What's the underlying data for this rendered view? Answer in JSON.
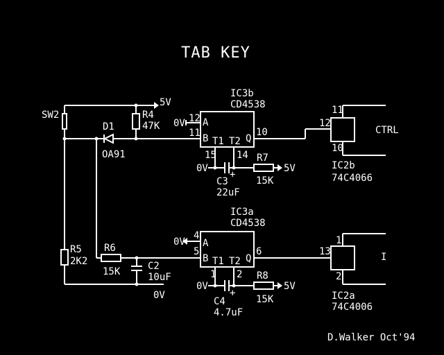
{
  "title": "TAB KEY",
  "author": "D.Walker Oct'94",
  "supply": {
    "v5": "5V",
    "gnd": "0V"
  },
  "components": {
    "sw2": "SW2",
    "d1": {
      "ref": "D1",
      "value": "OA91"
    },
    "r4": {
      "ref": "R4",
      "value": "47K"
    },
    "r5": {
      "ref": "R5",
      "value": "2K2"
    },
    "r6": {
      "ref": "R6",
      "value": "15K"
    },
    "r7": {
      "ref": "R7",
      "value": "15K"
    },
    "r8": {
      "ref": "R8",
      "value": "15K"
    },
    "c2": {
      "ref": "C2",
      "value": "10uF"
    },
    "c3": {
      "ref": "C3",
      "value": "22uF"
    },
    "c4": {
      "ref": "C4",
      "value": "4.7uF"
    },
    "ic3b": {
      "ref": "IC3b",
      "part": "CD4538"
    },
    "ic3a": {
      "ref": "IC3a",
      "part": "CD4538"
    },
    "ic2b": {
      "ref": "IC2b",
      "part": "74C4066"
    },
    "ic2a": {
      "ref": "IC2a",
      "part": "74C4006"
    }
  },
  "pins": {
    "ic3b": {
      "a": "12",
      "b": "11",
      "q": "10",
      "t1": "15",
      "t2": "14"
    },
    "ic3a": {
      "a": "4",
      "b": "5",
      "q": "6",
      "t1": "1",
      "t2": "2"
    },
    "ic2b": {
      "ctrl": "12",
      "top": "11",
      "bottom": "10"
    },
    "ic2a": {
      "ctrl": "13",
      "top": "1",
      "bottom": "2"
    }
  },
  "pin_labels": {
    "a": "A",
    "b": "B",
    "q": "Q",
    "t1": "T1",
    "t2": "T2"
  },
  "outputs": {
    "ctrl": "CTRL",
    "i": "I"
  },
  "plus": "+"
}
